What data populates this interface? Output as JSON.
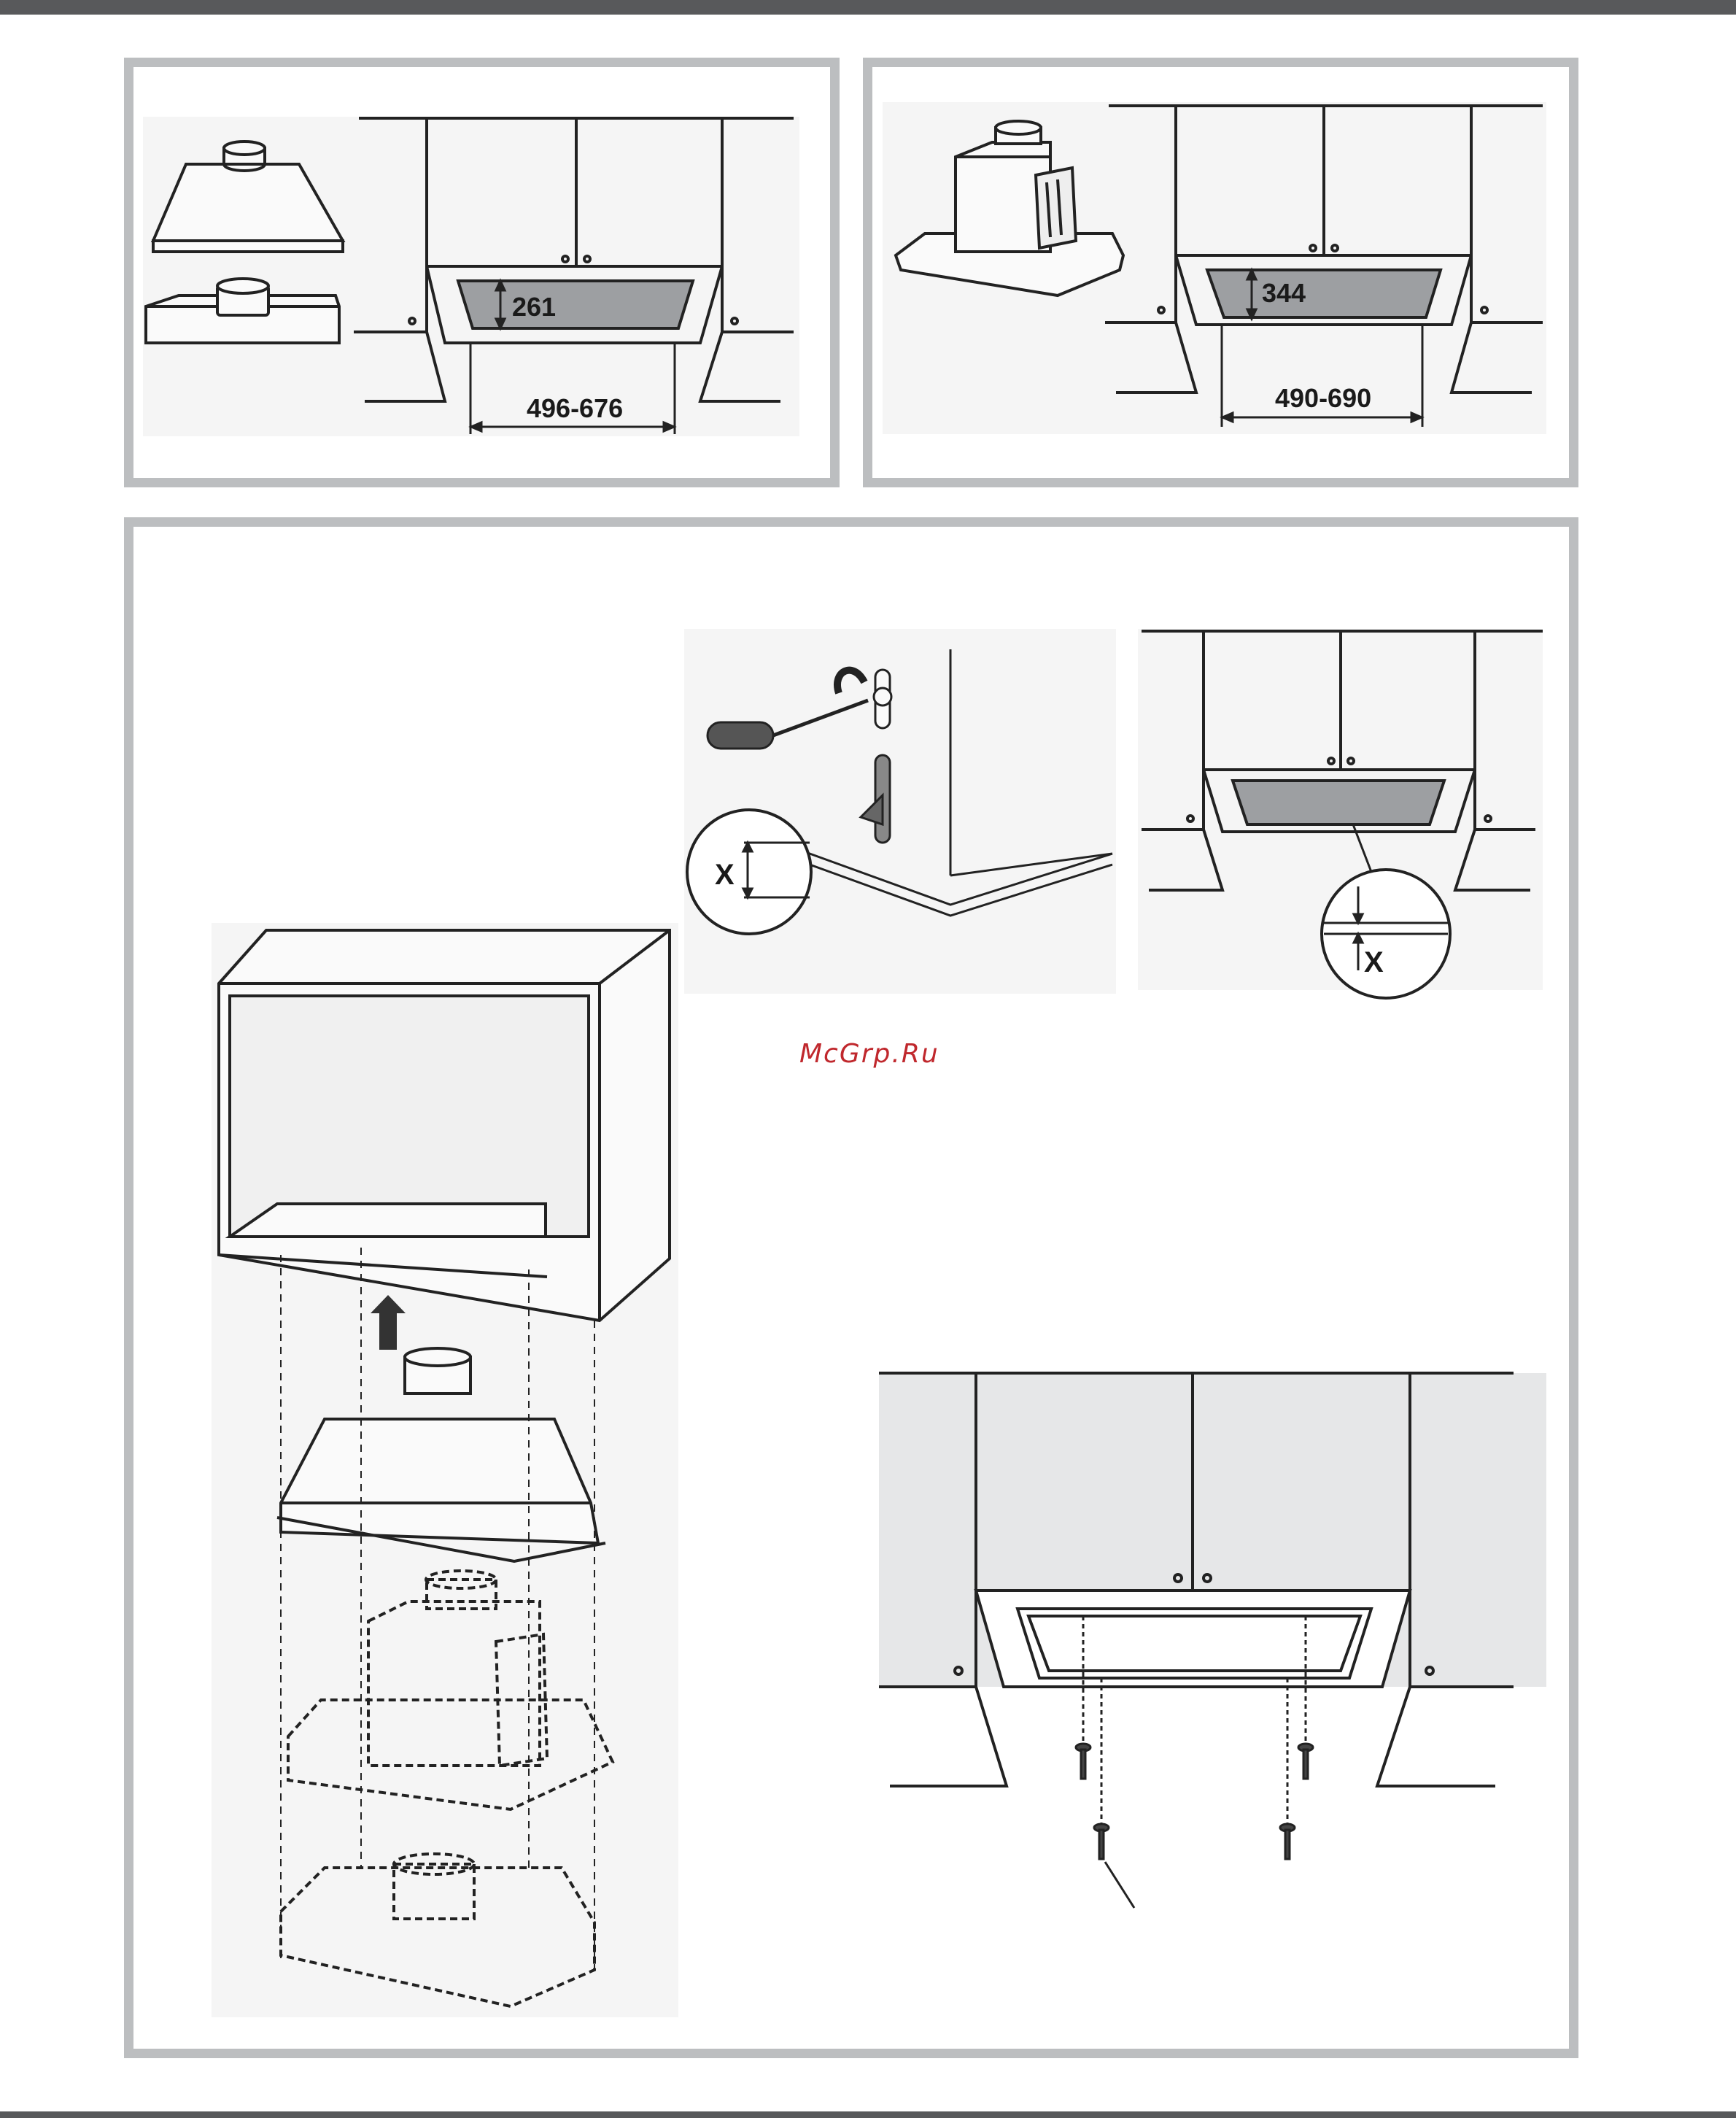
{
  "panel_a": {
    "height_label": "261",
    "width_label": "496-676"
  },
  "panel_b": {
    "height_label": "344",
    "width_label": "490-690"
  },
  "panel_c": {
    "x_label_left": "X",
    "x_label_right": "X"
  },
  "watermark": "McGrp.Ru",
  "colors": {
    "frame": "#bcbec0",
    "bar": "#58595b",
    "filter": "#9d9fa2",
    "watermark": "#c0282d",
    "cabinet_fill": "#e6e7e8"
  }
}
